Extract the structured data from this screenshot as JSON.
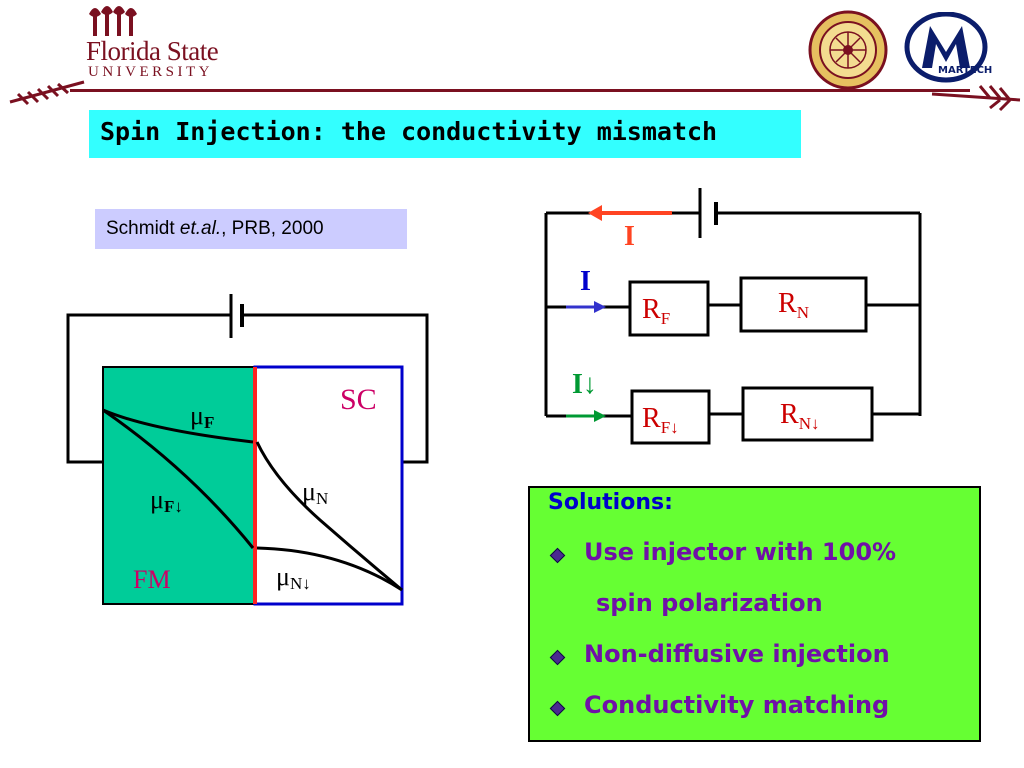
{
  "header": {
    "university_name_line1": "Florida State",
    "university_name_line2": "UNIVERSITY",
    "martech_logo_text": "MARTECH"
  },
  "title": "Spin Injection: the conductivity mismatch",
  "reference": {
    "author": "Schmidt ",
    "etal": "et.al.",
    "rest": ", PRB, 2000"
  },
  "band_diagram": {
    "left_region": "FM",
    "right_region": "SC",
    "mu_symbol": "μ",
    "mu_F_up_sub": "F",
    "mu_F_down_sub": "F↓",
    "mu_N_up_sub": "N",
    "mu_N_down_sub": "N↓"
  },
  "circuit": {
    "total_current": "I",
    "up_current": "I",
    "down_current": "I↓",
    "resistor_symbol": "R",
    "r_f_up_sub": "F",
    "r_n_up_sub": "N",
    "r_f_down_sub": "F↓",
    "r_n_down_sub": "N↓"
  },
  "solutions": {
    "heading": "Solutions:",
    "items": [
      "Use injector with 100%",
      "spin polarization",
      "Non-diffusive injection",
      "Conductivity matching"
    ]
  },
  "colors": {
    "fsu_garnet": "#7a1020",
    "title_bg": "#33ffff",
    "reference_bg": "#ccccff",
    "solutions_bg": "#66ff33",
    "solutions_text": "#7010a8",
    "fm_fill": "#00cc99",
    "sc_border": "#0000cc",
    "interface": "#ff2222",
    "current_up": "#3333cc",
    "current_down": "#009933",
    "current_total": "#ff4422"
  }
}
